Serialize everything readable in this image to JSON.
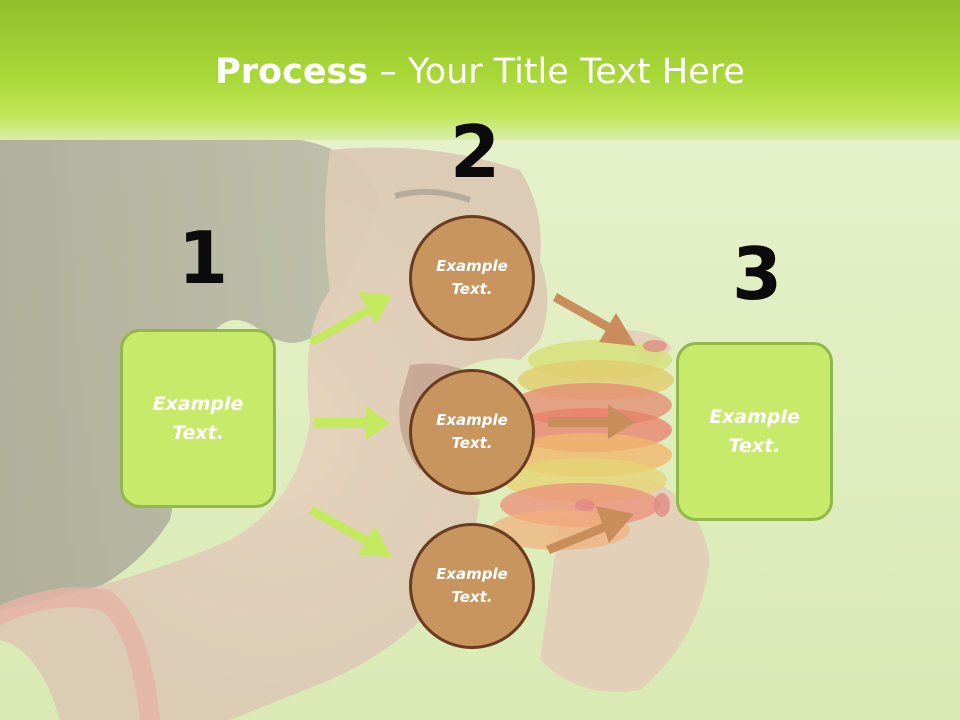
{
  "title": {
    "bold": "Process",
    "rest": " – Your Title Text Here"
  },
  "steps": [
    {
      "number": "1",
      "text": "Example\nText."
    },
    {
      "number": "2"
    },
    {
      "number": "3",
      "text": "Example\nText."
    }
  ],
  "circles": [
    {
      "text": "Example\nText."
    },
    {
      "text": "Example\nText."
    },
    {
      "text": "Example\nText."
    }
  ],
  "colors": {
    "header": "#a9d838",
    "box_fill": "#c8ea6a",
    "circle_fill": "#c9955e",
    "green_arrow": "#c3ea5e",
    "brown_arrow": "#c98d5c"
  }
}
